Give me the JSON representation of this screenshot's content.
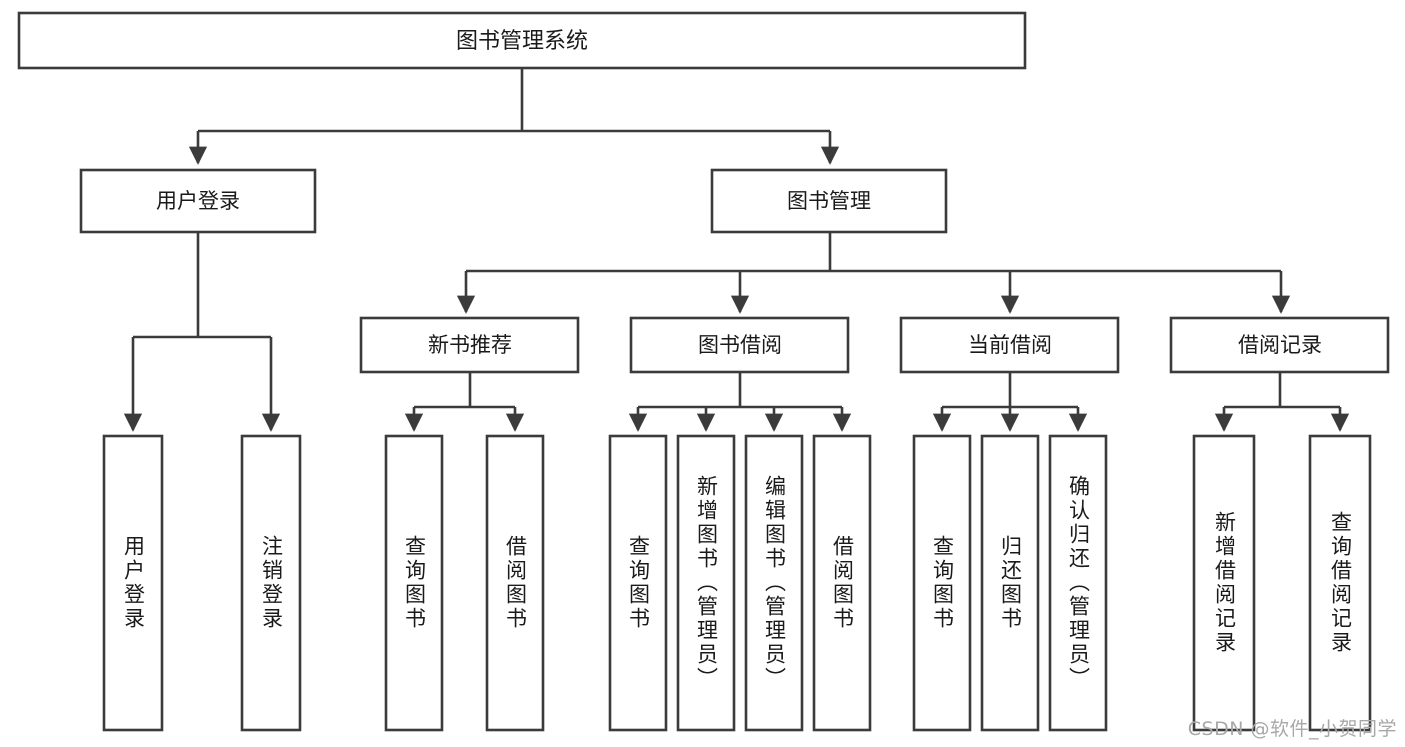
{
  "diagram": {
    "type": "tree-hierarchy",
    "title": "图书管理系统",
    "watermark": "CSDN @软件_小贺同学",
    "colors": {
      "stroke": "#3b3b3b",
      "fill": "#ffffff",
      "text": "#1a1a1a",
      "watermark": "#a8a8a8"
    },
    "levels": {
      "root": "图书管理系统",
      "level2": [
        "用户登录",
        "图书管理"
      ],
      "level3": [
        "新书推荐",
        "图书借阅",
        "当前借阅",
        "借阅记录"
      ]
    },
    "nodes": {
      "root": {
        "label": "图书管理系统"
      },
      "user_login": {
        "label": "用户登录"
      },
      "book_manage": {
        "label": "图书管理"
      },
      "new_book_rec": {
        "label": "新书推荐"
      },
      "book_borrow": {
        "label": "图书借阅"
      },
      "current_borrow": {
        "label": "当前借阅"
      },
      "borrow_record": {
        "label": "借阅记录"
      }
    },
    "leaves": {
      "user_login": [
        {
          "label": "用户登录"
        },
        {
          "label": "注销登录"
        }
      ],
      "new_book_rec": [
        {
          "label": "查询图书"
        },
        {
          "label": "借阅图书"
        }
      ],
      "book_borrow": [
        {
          "label": "查询图书"
        },
        {
          "label": "新增图书（管理员）"
        },
        {
          "label": "编辑图书（管理员）"
        },
        {
          "label": "借阅图书"
        }
      ],
      "current_borrow": [
        {
          "label": "查询图书"
        },
        {
          "label": "归还图书"
        },
        {
          "label": "确认归还（管理员）"
        }
      ],
      "borrow_record": [
        {
          "label": "新增借阅记录"
        },
        {
          "label": "查询借阅记录"
        }
      ]
    }
  }
}
